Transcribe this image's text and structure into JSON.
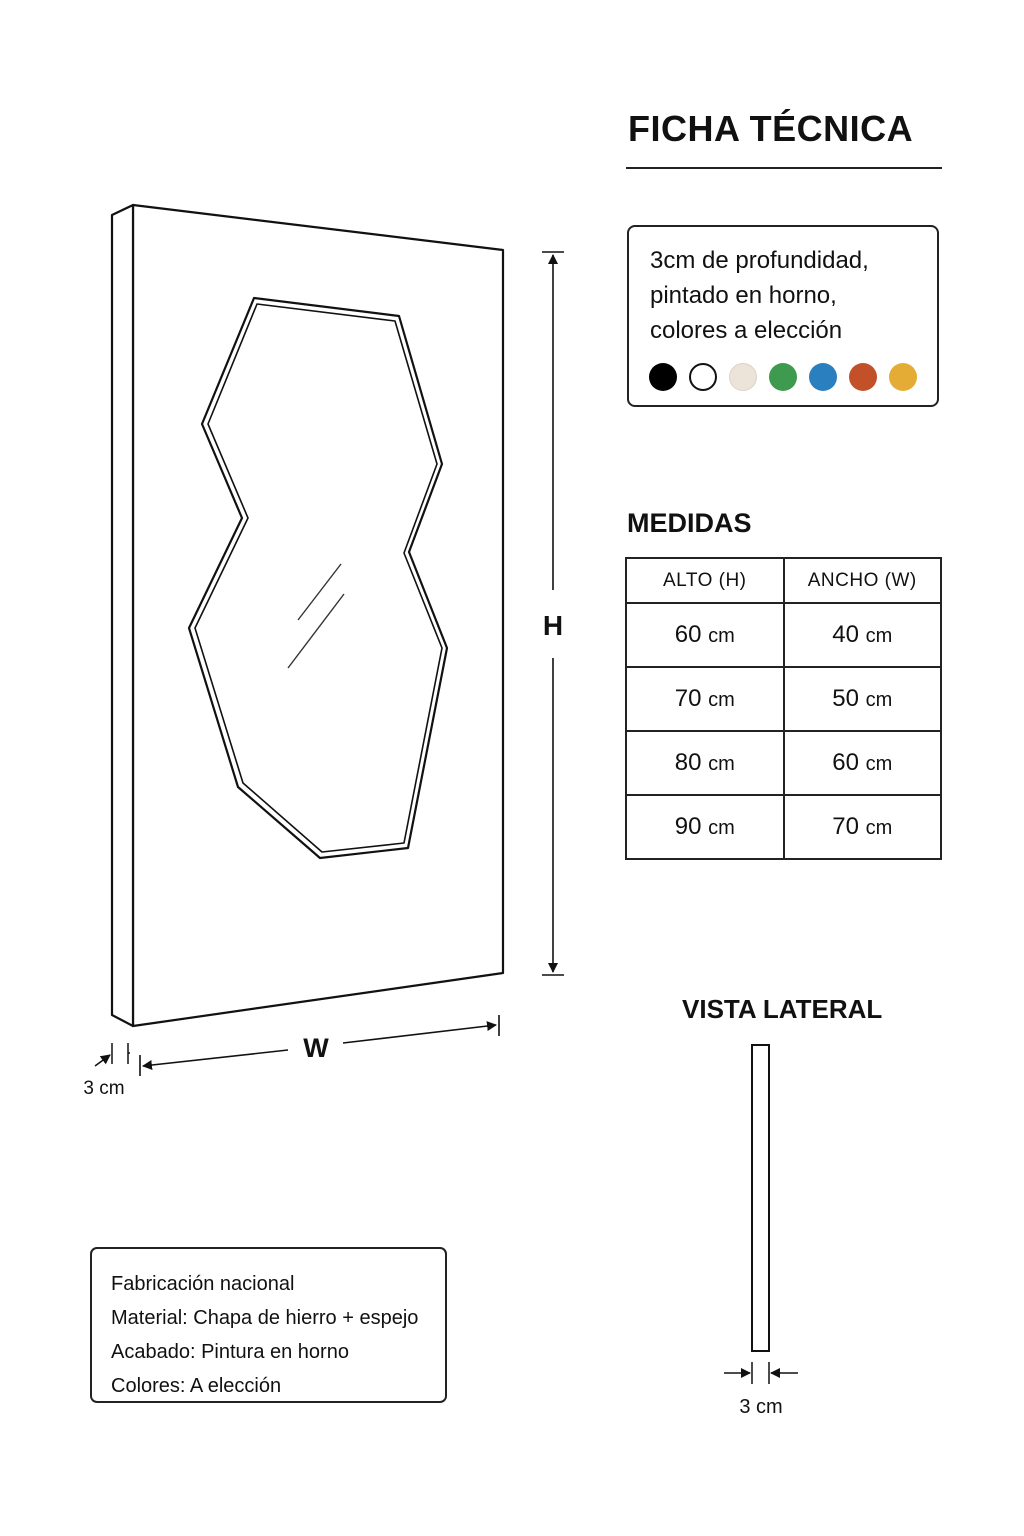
{
  "header": {
    "title": "FICHA TÉCNICA"
  },
  "spec": {
    "lines": [
      "3cm de profundidad,",
      "pintado en horno,",
      "colores a elección"
    ],
    "colors": [
      {
        "name": "black",
        "hex": "#000000"
      },
      {
        "name": "white",
        "hex": "#ffffff"
      },
      {
        "name": "cream",
        "hex": "#ece3d9"
      },
      {
        "name": "green",
        "hex": "#3e9a4f"
      },
      {
        "name": "blue",
        "hex": "#2a7fbf"
      },
      {
        "name": "rust",
        "hex": "#c2512a"
      },
      {
        "name": "mustard",
        "hex": "#e4ac34"
      }
    ]
  },
  "drawing": {
    "height_label": "H",
    "width_label": "W",
    "depth_label": "3 cm"
  },
  "medidas": {
    "title": "MEDIDAS",
    "headers": [
      "ALTO (H)",
      "ANCHO (W)"
    ],
    "rows": [
      {
        "alto": "60",
        "ancho": "40"
      },
      {
        "alto": "70",
        "ancho": "50"
      },
      {
        "alto": "80",
        "ancho": "60"
      },
      {
        "alto": "90",
        "ancho": "70"
      }
    ],
    "unit": "cm"
  },
  "vista_lateral": {
    "title": "VISTA LATERAL",
    "depth_label": "3 cm"
  },
  "info": {
    "lines": [
      "Fabricación nacional",
      "Material: Chapa de hierro + espejo",
      "Acabado: Pintura en horno",
      "Colores: A elección"
    ]
  }
}
